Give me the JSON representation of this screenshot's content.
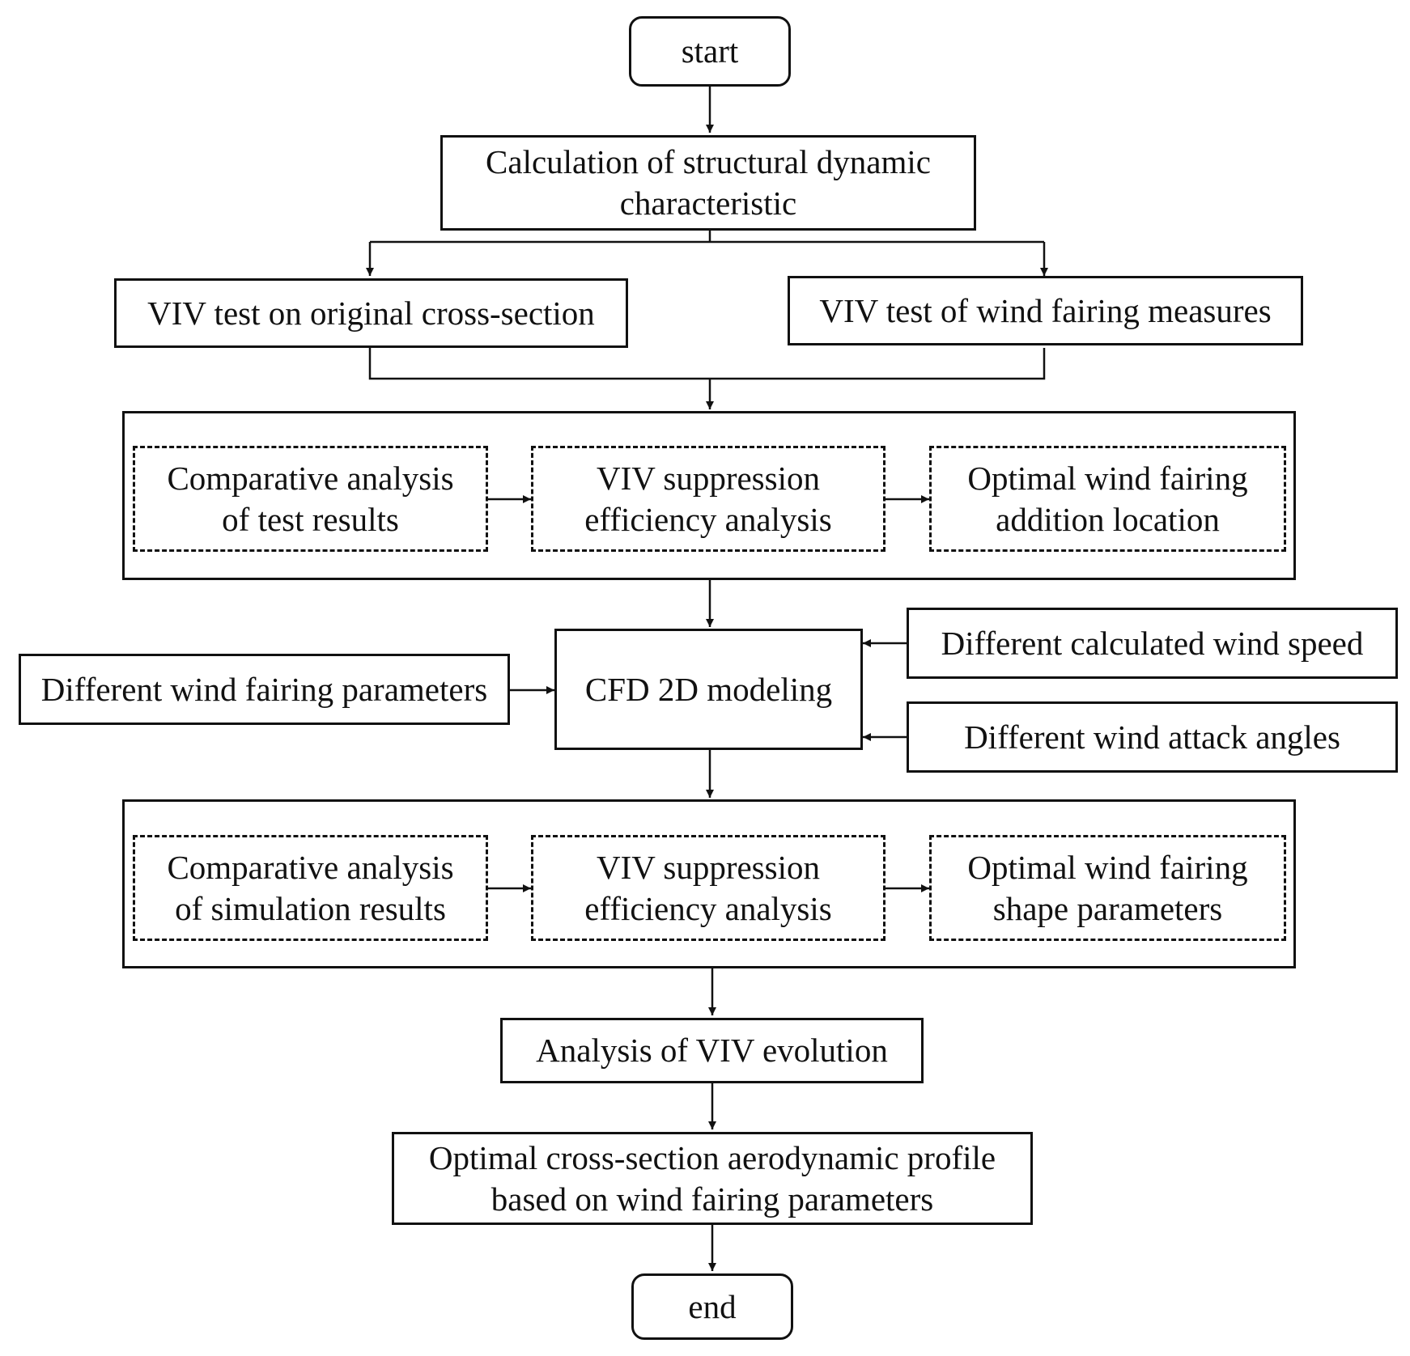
{
  "nodes": {
    "start": [
      "start"
    ],
    "calc": [
      "Calculation of structural dynamic",
      "characteristic"
    ],
    "viv_orig": [
      "VIV test on original cross-section"
    ],
    "viv_fairing": [
      "VIV test of wind fairing measures"
    ],
    "comp_test": [
      "Comparative analysis",
      "of test results"
    ],
    "supp_eff_1": [
      "VIV suppression",
      "efficiency analysis"
    ],
    "opt_loc": [
      "Optimal wind fairing",
      "addition location"
    ],
    "cfd": [
      "CFD 2D modeling"
    ],
    "diff_params": [
      "Different wind fairing parameters"
    ],
    "diff_speed": [
      "Different calculated wind speed"
    ],
    "diff_angles": [
      "Different wind attack angles"
    ],
    "comp_sim": [
      "Comparative analysis",
      "of simulation results"
    ],
    "supp_eff_2": [
      "VIV suppression",
      "efficiency analysis"
    ],
    "opt_shape": [
      "Optimal wind fairing",
      "shape parameters"
    ],
    "evolution": [
      "Analysis of VIV evolution"
    ],
    "optimal_profile": [
      "Optimal cross-section aerodynamic profile",
      "based on wind fairing parameters"
    ],
    "end": [
      "end"
    ]
  }
}
